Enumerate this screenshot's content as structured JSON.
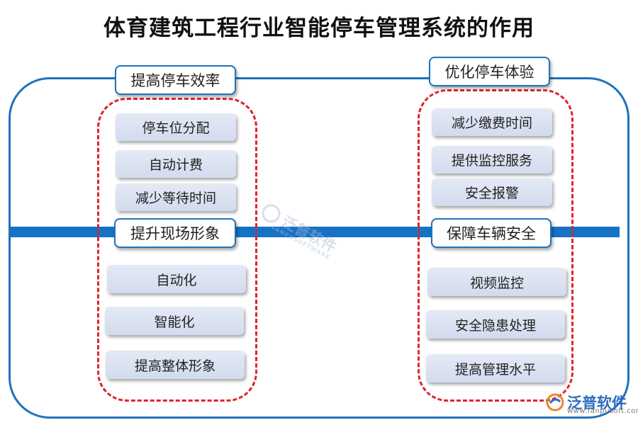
{
  "title": "体育建筑工程行业智能停车管理系统的作用",
  "left_top": {
    "header": "提高停车效率",
    "items": [
      "停车位分配",
      "自动计费",
      "减少等待时间"
    ]
  },
  "left_bottom": {
    "header": "提升现场形象",
    "items": [
      "自动化",
      "智能化",
      "提高整体形象"
    ]
  },
  "right_top": {
    "header": "优化停车体验",
    "items": [
      "减少缴费时间",
      "提供监控服务",
      "安全报警"
    ]
  },
  "right_bottom": {
    "header": "保障车辆安全",
    "items": [
      "视频监控",
      "安全隐患处理",
      "提高管理水平"
    ]
  },
  "watermark": {
    "name": "泛普软件",
    "sub": "FANPUSOFTWARE"
  },
  "brand": {
    "name": "泛普软件",
    "url": "www.fanpusoft.com"
  },
  "colors": {
    "frame": "#1f72bf",
    "bar": "#1673c4",
    "dashed": "#e0242b",
    "item_fill": "#d9e0f0"
  }
}
